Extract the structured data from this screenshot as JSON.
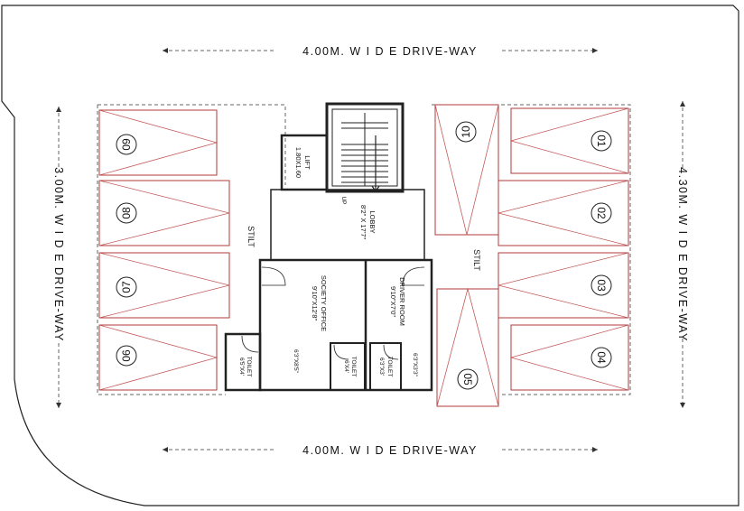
{
  "driveways": {
    "top": "4.00M. W I D E  DRIVE-WAY",
    "bottom": "4.00M. W I D E  DRIVE-WAY",
    "left": "3.00M. W I D E DRIVE-WAY",
    "right": "4.30M. W I D E DRIVE-WAY"
  },
  "stilt_labels": {
    "left": "STILT",
    "right": "STILT"
  },
  "rooms": {
    "lift": {
      "name": "LIFT",
      "size": "1.80X1.60"
    },
    "lobby": {
      "name": "LOBBY",
      "size": "8'2\" X 17'7\""
    },
    "stair_up": "UP",
    "society_office": {
      "name": "SOCIETY OFFICE",
      "size": "9'10\"X12'8\"",
      "dim": "6'3\"X8'5\""
    },
    "driver_room": {
      "name": "DRIVER ROOM",
      "size": "9'10\"X7'0\"",
      "dim": "6'3\"X3'3\""
    },
    "toilet_left": {
      "name": "TOILET",
      "size": "6'5\"X4'"
    },
    "toilet_mid": {
      "name": "TOILET",
      "size": "6'X4'"
    },
    "toilet_right": {
      "name": "TOILET",
      "size": "6'3\"X3'"
    }
  },
  "parking_numbers": [
    "01",
    "02",
    "03",
    "04",
    "05",
    "06",
    "07",
    "08",
    "09",
    "10"
  ],
  "colors": {
    "line": "#222222",
    "parking": "#b03a3a",
    "background": "#ffffff"
  }
}
